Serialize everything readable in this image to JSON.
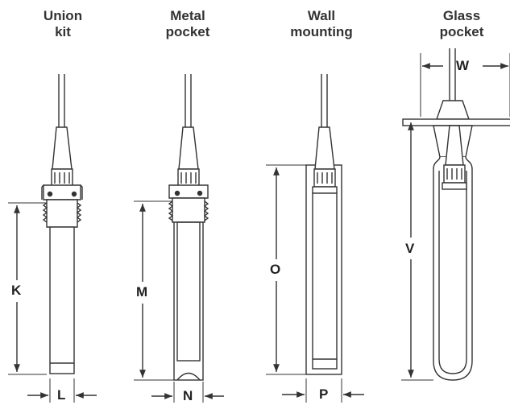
{
  "titles": {
    "union_kit": [
      "Union",
      "kit"
    ],
    "metal_pocket": [
      "Metal",
      "pocket"
    ],
    "wall_mounting": [
      "Wall",
      "mounting"
    ],
    "glass_pocket": [
      "Glass",
      "pocket"
    ]
  },
  "dimensions": {
    "union_length": "K",
    "union_width": "L",
    "metal_length": "M",
    "metal_width": "N",
    "wall_length": "O",
    "wall_width": "P",
    "glass_length": "V",
    "glass_width": "W"
  },
  "colors": {
    "stroke": "#333333",
    "text": "#222222"
  }
}
